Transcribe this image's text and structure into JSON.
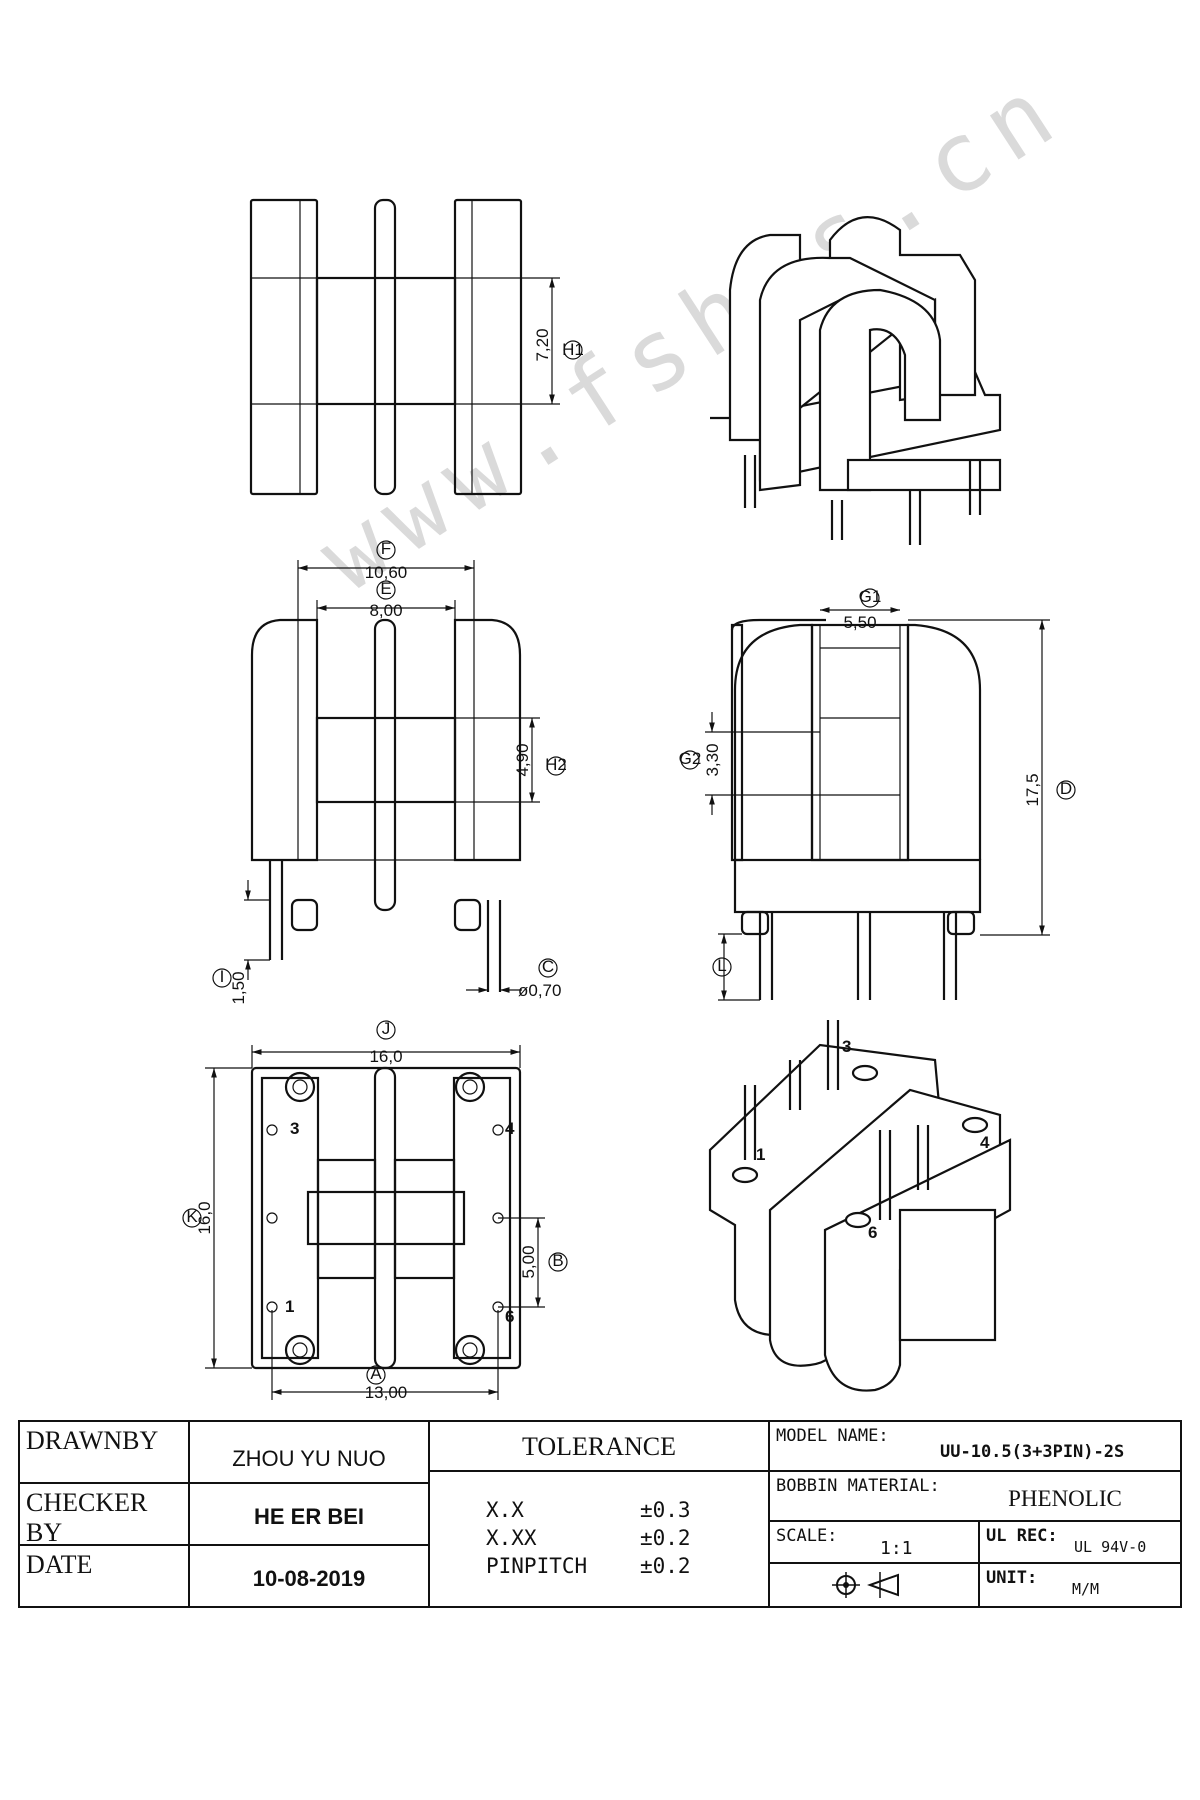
{
  "watermark": "www.fshgs.cn",
  "dimensions": {
    "h1": {
      "value": "7,20",
      "tag": "H1"
    },
    "f": {
      "value": "10,60",
      "tag": "F"
    },
    "e": {
      "value": "8,00",
      "tag": "E"
    },
    "h2": {
      "value": "4,90",
      "tag": "H2"
    },
    "i": {
      "value": "1,50",
      "tag": "I"
    },
    "c": {
      "value": "ø0,70",
      "tag": "C"
    },
    "g1": {
      "value": "5,50",
      "tag": "G1"
    },
    "g2": {
      "value": "3,30",
      "tag": "G2"
    },
    "d": {
      "value": "17,5",
      "tag": "D"
    },
    "l": {
      "tag": "L"
    },
    "j": {
      "value": "16,0",
      "tag": "J"
    },
    "k": {
      "value": "16,0",
      "tag": "K"
    },
    "b": {
      "value": "5,00",
      "tag": "B"
    },
    "a": {
      "value": "13,00",
      "tag": "A"
    }
  },
  "pins": [
    "1",
    "3",
    "4",
    "6"
  ],
  "title_block": {
    "drawn_by_label": "DRAWNBY",
    "drawn_by": "ZHOU YU NUO",
    "checker_label": "CHECKER BY",
    "checker": "HE ER BEI",
    "date_label": "DATE",
    "date": "10-08-2019",
    "tolerance_label": "TOLERANCE",
    "tolerances": [
      {
        "key": "X.X",
        "value": "±0.3"
      },
      {
        "key": "X.XX",
        "value": "±0.2"
      },
      {
        "key": "PINPITCH",
        "value": "±0.2"
      }
    ],
    "model_label": "MODEL NAME:",
    "model": "UU-10.5(3+3PIN)-2S",
    "material_label": "BOBBIN MATERIAL:",
    "material": "PHENOLIC",
    "scale_label": "SCALE:",
    "scale": "1:1",
    "ul_label": "UL REC:",
    "ul": "UL 94V-0",
    "unit_label": "UNIT:",
    "unit": "M/M"
  }
}
